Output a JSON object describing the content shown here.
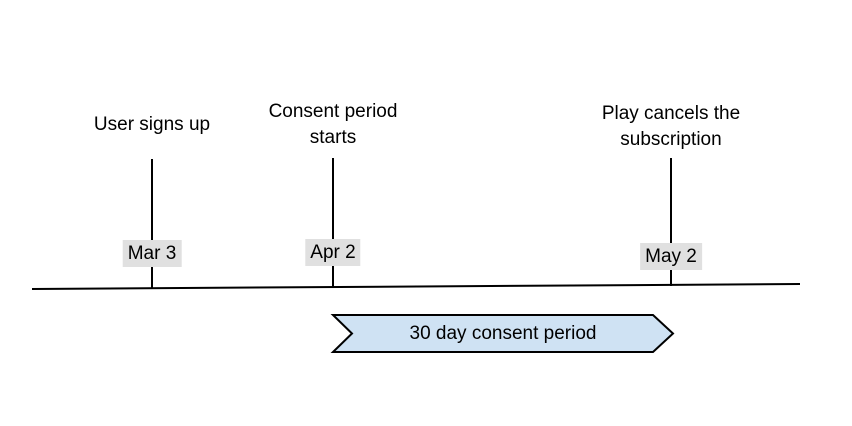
{
  "timeline": {
    "events": [
      {
        "label": "User signs up",
        "date": "Mar 3"
      },
      {
        "label": "Consent period starts",
        "date": "Apr 2"
      },
      {
        "label": "Play cancels the subscription",
        "date": "May 2"
      }
    ],
    "banner": {
      "label": "30 day consent period"
    },
    "colors": {
      "background": "#ffffff",
      "line": "#000000",
      "text": "#000000",
      "date_label_bg": "#e0e0e0",
      "banner_fill": "#cfe2f3",
      "banner_border": "#000000"
    }
  }
}
